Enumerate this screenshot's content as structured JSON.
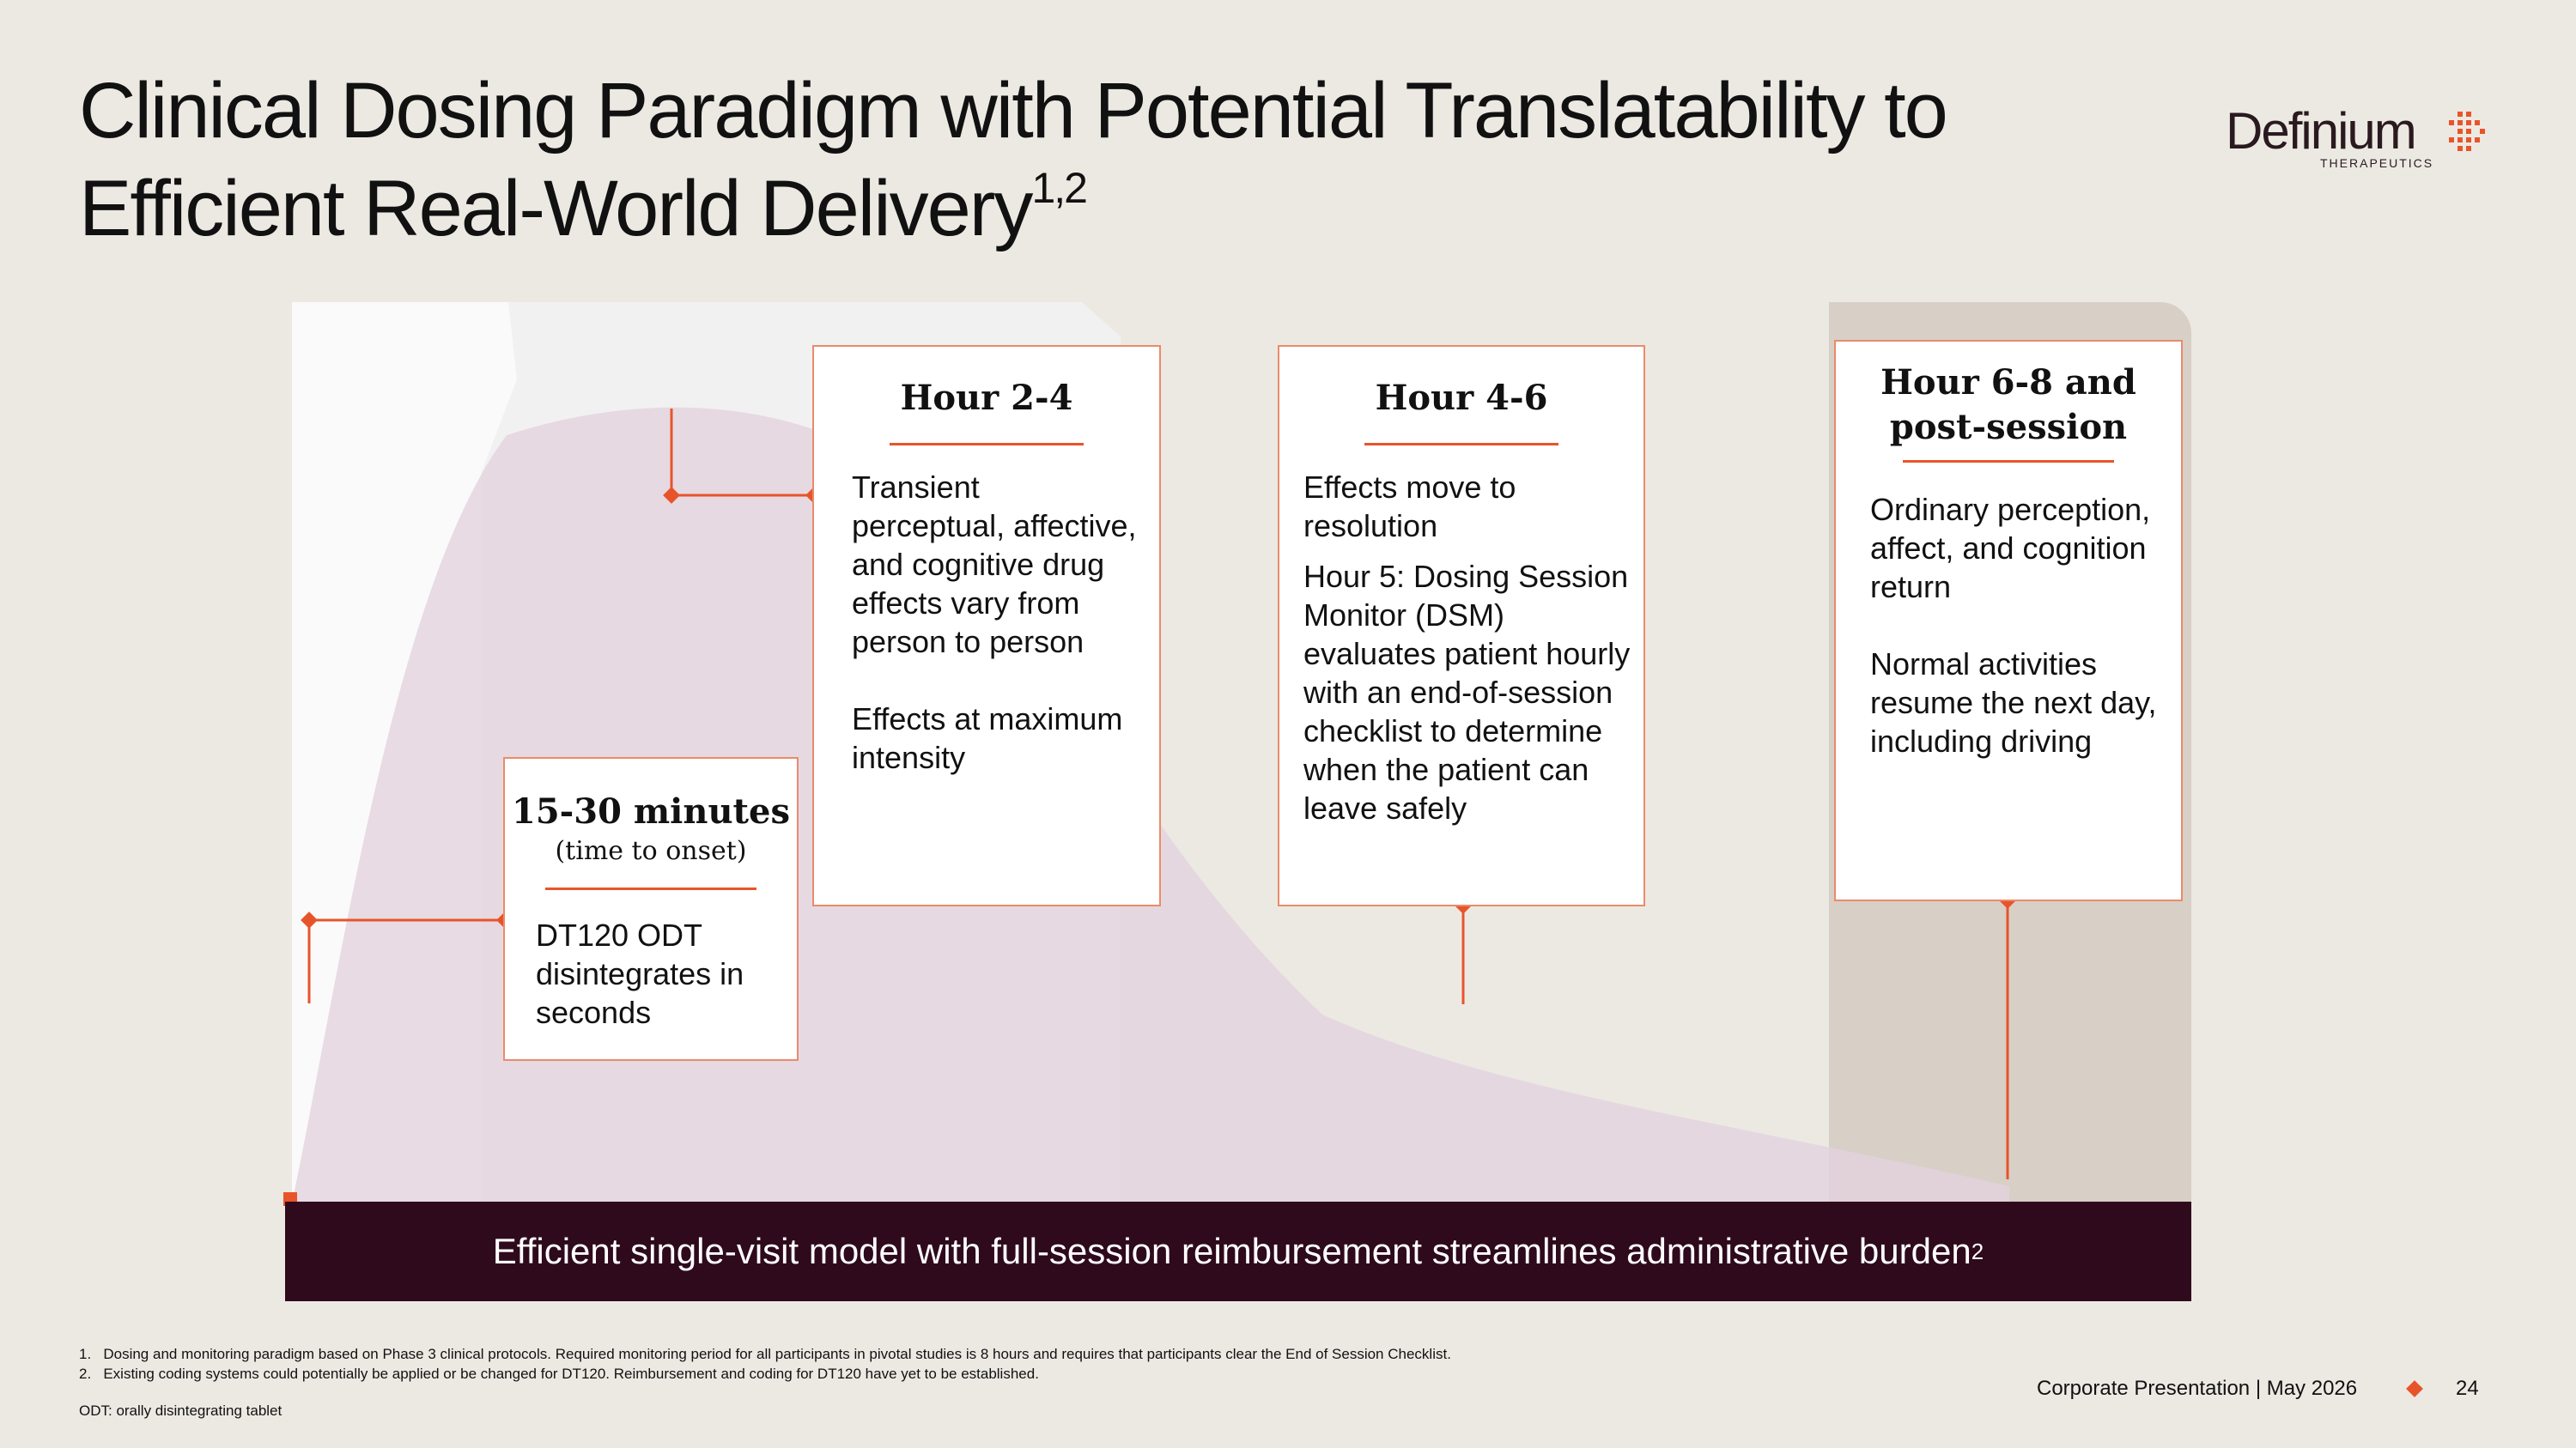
{
  "title": {
    "line1": "Clinical Dosing Paradigm with Potential Translatability to",
    "line2": "Efficient Real-World Delivery",
    "sup": "1,2"
  },
  "logo": {
    "name": "Definium",
    "sub": "THERAPEUTICS",
    "mark_color": "#E8542A"
  },
  "callouts": {
    "onset": {
      "heading": "15-30 minutes",
      "subheading": "(time to onset)",
      "body": [
        "DT120 ODT disintegrates in seconds"
      ]
    },
    "hour24": {
      "heading": "Hour 2-4",
      "body": [
        "Transient perceptual, affective, and cognitive drug effects vary from person to person",
        "Effects at maximum intensity"
      ]
    },
    "hour46": {
      "heading": "Hour 4-6",
      "body": [
        "Effects move to resolution",
        "Hour 5: Dosing Session Monitor (DSM) evaluates patient hourly with an end-of-session checklist to determine when the patient can leave safely"
      ]
    },
    "hour68": {
      "heading": "Hour 6-8 and post-session",
      "body": [
        "Ordinary perception, affect, and cognition return",
        "Normal activities resume the next day, including driving"
      ]
    }
  },
  "banner": {
    "text": "Efficient single-visit model with full-session reimbursement streamlines administrative burden",
    "sup": "2"
  },
  "footnotes": [
    "1.   Dosing and monitoring paradigm based on Phase 3 clinical protocols. Required monitoring period for all participants in pivotal studies is 8 hours and requires that participants clear the End of Session Checklist.",
    "2.   Existing coding systems could potentially be applied or be changed for DT120. Reimbursement and coding for DT120 have yet to be established."
  ],
  "abbreviation": "ODT: orally disintegrating tablet",
  "footer": {
    "label": "Corporate Presentation | May 2026",
    "page": "24"
  },
  "colors": {
    "accent": "#E8542A",
    "banner": "#2E0A1C",
    "curve": "#E3D2DE",
    "box_border": "#EA8B6A",
    "background": "#ECE9E3"
  }
}
